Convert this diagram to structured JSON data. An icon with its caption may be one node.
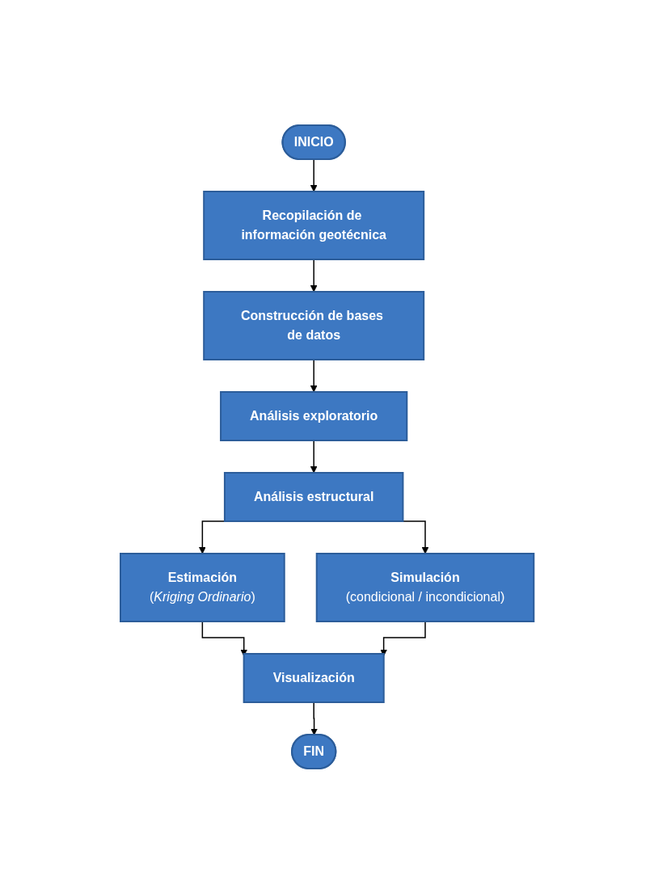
{
  "diagram": {
    "nodes": [
      {
        "text": [
          "INICIO"
        ]
      },
      {
        "text": [
          "Recopilación de información geotécnica"
        ]
      },
      {
        "text": [
          "Construcción de bases de datos"
        ]
      },
      {
        "text": [
          "Análisis exploratorio"
        ]
      },
      {
        "text": [
          "Análisis estructural"
        ]
      },
      {
        "text": [
          "Estimación",
          "(*Kriging Ordinario*)"
        ]
      },
      {
        "text": [
          "Simulación",
          "(condicional / incondicional)"
        ]
      },
      {
        "text": [
          "Visualización"
        ]
      },
      {
        "text": [
          "FIN"
        ]
      }
    ],
    "edges": [
      {
        "from": 0,
        "to": 1,
        "arrow": "to"
      },
      {
        "from": 1,
        "to": 2,
        "arrow": "to"
      },
      {
        "from": 2,
        "to": 3,
        "arrow": "to"
      },
      {
        "from": 3,
        "to": 4,
        "arrow": "to"
      },
      {
        "from": 4,
        "to": 5,
        "arrow": "to"
      },
      {
        "from": 4,
        "to": 6,
        "arrow": "to"
      },
      {
        "from": 5,
        "to": 7,
        "arrow": "to"
      },
      {
        "from": 6,
        "to": 7,
        "arrow": "to"
      },
      {
        "from": 7,
        "to": 8,
        "arrow": "to"
      }
    ]
  }
}
